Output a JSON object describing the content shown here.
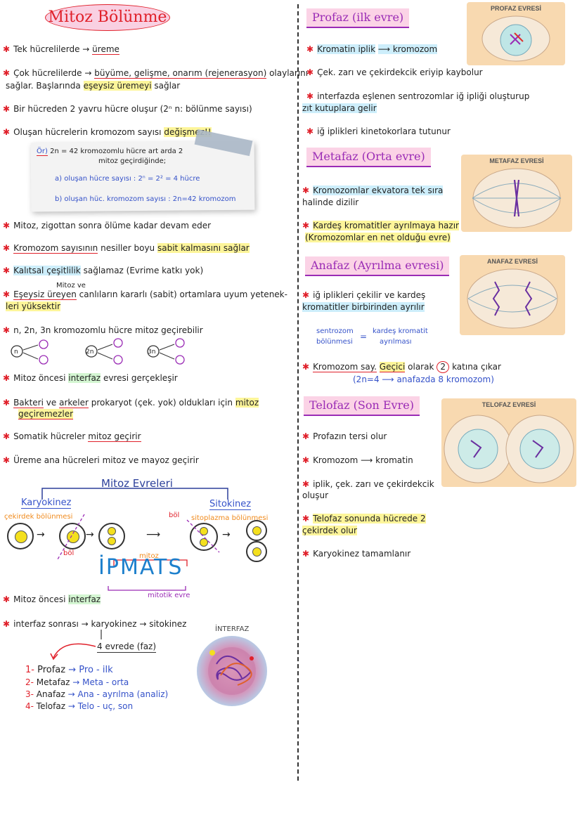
{
  "main_title": "Mitoz Bölünme",
  "left_notes": {
    "n1": "Tek hücrelilerde →",
    "n1_u": "üreme",
    "n2_a": "Çok hücrelilerde →",
    "n2_b": "büyüme, gelişme, onarım (rejenerasyon)",
    "n2_c": "olaylarını",
    "n2_d": "sağlar. Başlarında",
    "n2_e": "eşeysiz üremeyi",
    "n2_f": "sağlar",
    "n3": "Bir hücreden 2 yavru hücre oluşur (2ⁿ  n: bölünme sayısı)",
    "n4_a": "Oluşan hücrelerin kromozom sayısı",
    "n4_b": "değişmez!!",
    "ex_label": "Ör)",
    "ex_1": "2n = 42 kromozomlu hücre art arda 2",
    "ex_2": "mitoz geçirdiğinde;",
    "ex_a": "a) oluşan hücre sayısı : 2ⁿ = 2² = 4 hücre",
    "ex_b": "b) oluşan hüc. kromozom sayısı : 2n=42 kromozom",
    "n5": "Mitoz, zigottan sonra ölüme kadar devam eder",
    "n6_a": "Kromozom sayısının",
    "n6_b": "nesiller boyu",
    "n6_c": "sabit kalmasını sağlar",
    "n7_a": "Kalıtsal çeşitlilik",
    "n7_b": "sağlamaz (Evrime katkı yok)",
    "n8_above": "Mitoz ve",
    "n8_a": "Eşeysiz üreyen",
    "n8_b": "canlıların kararlı (sabit) ortamlara uyum yetenek-",
    "n8_c": "leri yüksektir",
    "n9": "n, 2n, 3n kromozomlu hücre mitoz geçirebilir",
    "n10_a": "Mitoz öncesi",
    "n10_b": "interfaz",
    "n10_c": "evresi gerçekleşir",
    "n11_a": "Bakteri",
    "n11_b": "ve",
    "n11_c": "arkeler",
    "n11_d": "prokaryot (çek. yok) oldukları için",
    "n11_e": "mitoz",
    "n11_f": "geçiremezler",
    "n12_a": "Somatik hücreler",
    "n12_b": "mitoz geçirir",
    "n13": "Üreme ana hücreleri mitoz ve mayoz geçirir",
    "ploidy": [
      "n",
      "2n",
      "3n"
    ]
  },
  "evreler": {
    "title": "Mitoz Evreleri",
    "karyokinez": "Karyokinez",
    "sitokinez": "Sitokinez",
    "cek_bolunmesi": "çekirdek bölünmesi",
    "sit_bolunmesi": "sitoplazma bölünmesi",
    "bol1": "böl",
    "bol2": "böl",
    "mitoz_label": "mitoz",
    "pmats": "İPMATS",
    "mitotik": "mitotik evre"
  },
  "bottom_left": {
    "b1_a": "Mitoz öncesi",
    "b1_b": "interfaz",
    "b2": "interfaz sonrası → karyokinez → sitokinez",
    "b3": "4 evrede (faz)",
    "list": [
      {
        "num": "1-",
        "name": "Profaz",
        "meaning": "→ Pro - ilk"
      },
      {
        "num": "2-",
        "name": "Metafaz",
        "meaning": "→ Meta - orta"
      },
      {
        "num": "3-",
        "name": "Anafaz",
        "meaning": "→ Ana - ayrılma (analiz)"
      },
      {
        "num": "4-",
        "name": "Telofaz",
        "meaning": "→ Telo - uç, son"
      }
    ],
    "interfaz_title": "İNTERFAZ"
  },
  "right": {
    "profaz_title": "Profaz (ilk evre)",
    "profaz_img": "PROFAZ EVRESİ",
    "p1_a": "Kromatin iplik",
    "p1_b": "⟶ kromozom",
    "p2": "Çek. zarı ve çekirdekcik eriyip kaybolur",
    "p3_a": "interfazda eşlenen sentrozomlar iğ ipliği oluşturup",
    "p3_b": "zıt kutuplara gelir",
    "p4": "iğ iplikleri kinetokorlara tutunur",
    "metafaz_title": "Metafaz (Orta evre)",
    "metafaz_img": "METAFAZ EVRESİ",
    "m1_a": "Kromozomlar ekvatora tek sıra",
    "m1_b": "halinde dizilir",
    "m2_a": "Kardeş kromatitler ayrılmaya hazır",
    "m2_b": "(Kromozomlar en net olduğu evre)",
    "anafaz_title": "Anafaz (Ayrılma evresi)",
    "anafaz_img": "ANAFAZ EVRESİ",
    "a1_a": "iğ iplikleri çekilir ve kardeş",
    "a1_b": "kromatitler birbirinden ayrılır",
    "a2_left_1": "sentrozom",
    "a2_left_2": "bölünmesi",
    "a2_eq": "=",
    "a2_right_1": "kardeş kromatit",
    "a2_right_2": "ayrılması",
    "a3_a": "Kromozom say.",
    "a3_b": "Geçici",
    "a3_c": "olarak",
    "a3_d": "2",
    "a3_e": "katına çıkar",
    "a3_f": "(2n=4 ⟶ anafazda 8 kromozom)",
    "telofaz_title": "Telofaz (Son Evre)",
    "telofaz_img": "TELOFAZ EVRESİ",
    "t1": "Profazın tersi olur",
    "t2": "Kromozom ⟶ kromatin",
    "t3_a": "iplik, çek. zarı ve çekirdekcik",
    "t3_b": "oluşur",
    "t4_a": "Telofaz sonunda hücrede 2",
    "t4_b": "çekirdek olur",
    "t5": "Karyokinez tamamlanır"
  },
  "colors": {
    "red": "#e0202a",
    "purple": "#9a2bb5",
    "blue": "#3552c9",
    "yellow_hl": "#fdf59a",
    "blue_hl": "#cdeefb",
    "pink_hl": "#fbd3e6"
  }
}
